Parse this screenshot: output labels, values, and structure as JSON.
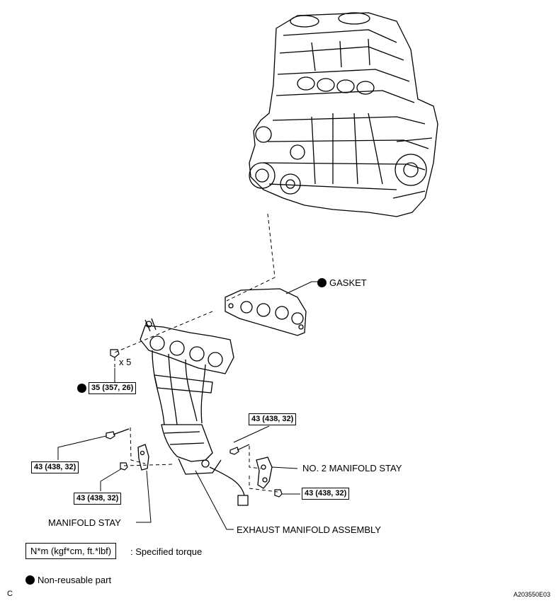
{
  "labels": {
    "gasket": "GASKET",
    "qty": "x 5",
    "no2_stay": "NO. 2 MANIFOLD STAY",
    "stay": "MANIFOLD STAY",
    "assembly": "EXHAUST MANIFOLD ASSEMBLY"
  },
  "torques": {
    "nut": "35 (357, 26)",
    "upper_right_bolt": "43 (438, 32)",
    "left_bolt": "43 (438, 32)",
    "left_nut": "43 (438, 32)",
    "stay_nut": "43 (438, 32)"
  },
  "legend": {
    "torque_unit": "N*m (kgf*cm, ft.*lbf)",
    "torque_desc": ": Specified torque",
    "nonreusable_desc": "Non-reusable part"
  },
  "footer": {
    "corner_letter": "C",
    "figure_code": "A203550E03"
  },
  "colors": {
    "ink": "#000000",
    "paper": "#ffffff"
  }
}
